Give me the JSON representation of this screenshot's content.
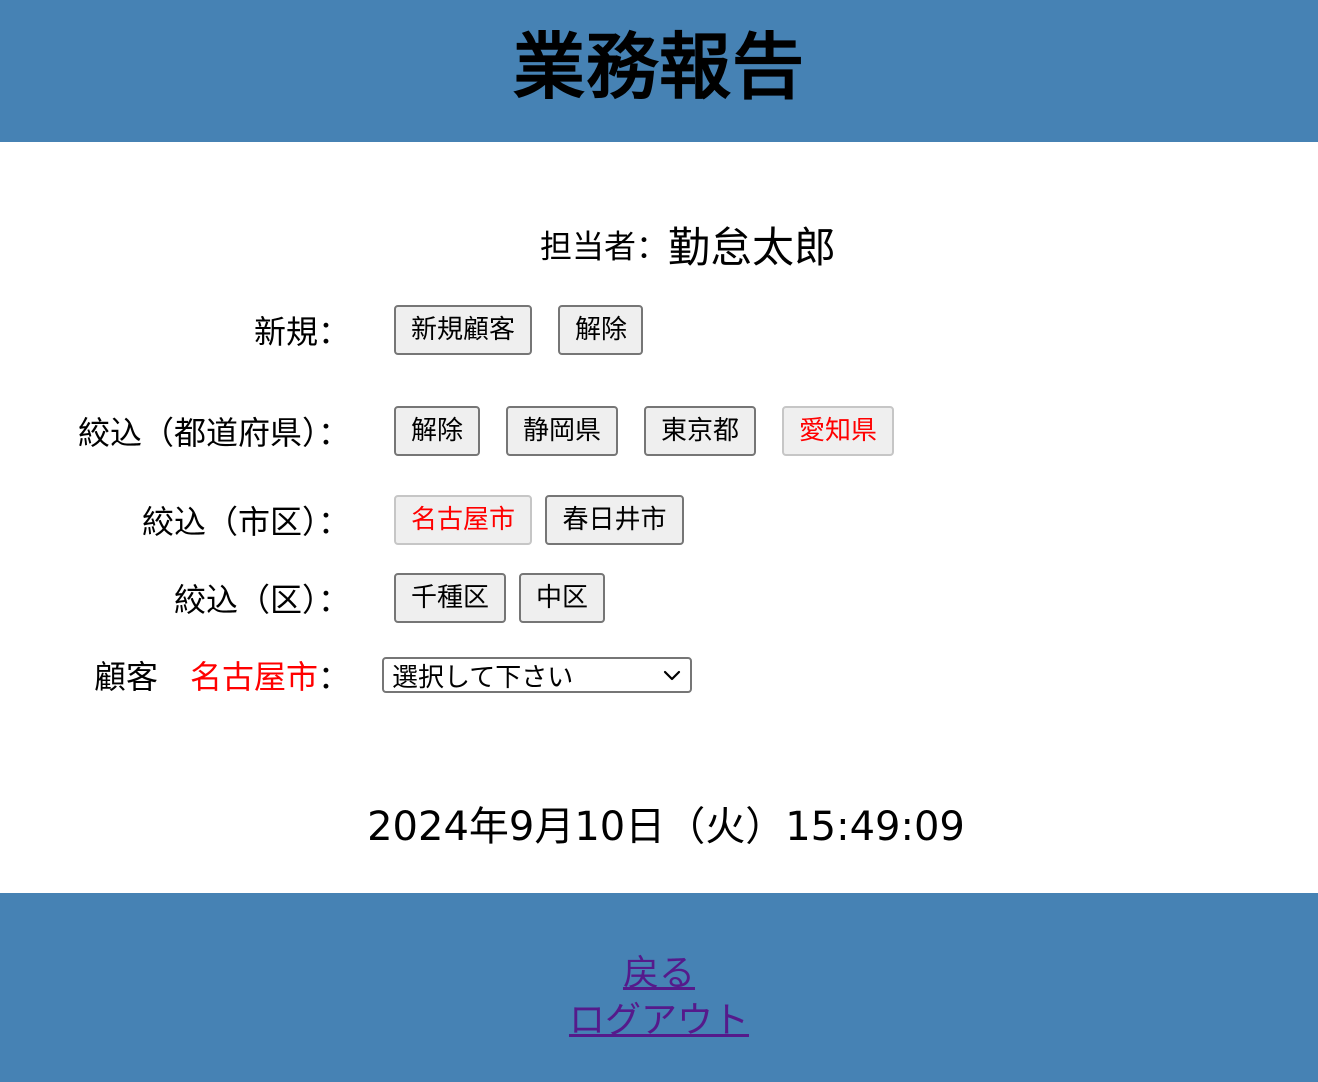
{
  "header": {
    "title": "業務報告"
  },
  "person": {
    "label": "担当者：",
    "name": "勤怠太郎"
  },
  "rows": {
    "new": {
      "label": "新規：",
      "buttons": [
        {
          "label": "新規顧客",
          "active": false
        },
        {
          "label": "解除",
          "active": false
        }
      ]
    },
    "prefecture": {
      "label": "絞込（都道府県）：",
      "buttons": [
        {
          "label": "解除",
          "active": false
        },
        {
          "label": "静岡県",
          "active": false
        },
        {
          "label": "東京都",
          "active": false
        },
        {
          "label": "愛知県",
          "active": true
        }
      ]
    },
    "city": {
      "label": "絞込（市区）：",
      "buttons": [
        {
          "label": "名古屋市",
          "active": true
        },
        {
          "label": "春日井市",
          "active": false
        }
      ]
    },
    "ward": {
      "label": "絞込（区）：",
      "buttons": [
        {
          "label": "千種区",
          "active": false
        },
        {
          "label": "中区",
          "active": false
        }
      ]
    },
    "customer": {
      "label_prefix": "顧客　",
      "label_city": "名古屋市",
      "label_suffix": "：",
      "select_value": "選択して下さい",
      "select_icon": "chevron-down-icon"
    }
  },
  "datetime": "2024年9月10日（火）15:49:09",
  "footer": {
    "links": [
      {
        "label": "戻る"
      },
      {
        "label": "ログアウト"
      }
    ]
  },
  "colors": {
    "header_bg": "#4682b4",
    "footer_bg": "#4682b4",
    "active_text": "#ff0000",
    "link": "#551a8b"
  }
}
